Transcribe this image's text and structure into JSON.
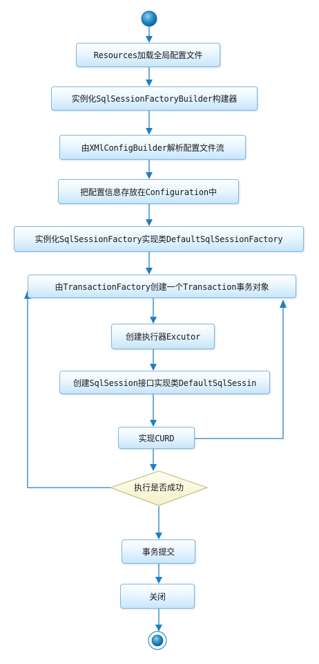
{
  "nodes": {
    "step1": "Resources加载全局配置文件",
    "step2": "实例化SqlSessionFactoryBuilder构建器",
    "step3": "由XMlConfigBuilder解析配置文件流",
    "step4": "把配置信息存放在Configuration中",
    "step5": "实例化SqlSessionFactory实现类DefaultSqlSessionFactory",
    "step6": "由TransactionFactory创建一个Transaction事务对象",
    "step7": "创建执行器Excutor",
    "step8": "创建SqlSession接口实现类DefaultSqlSessin",
    "step9": "实现CURD",
    "decision": "执行是否成功",
    "step10": "事务提交",
    "step11": "关闭"
  },
  "colors": {
    "arrow": "#1f7fc0",
    "box_border": "#7fb4dd",
    "node_fill": "#2a8fc8"
  }
}
